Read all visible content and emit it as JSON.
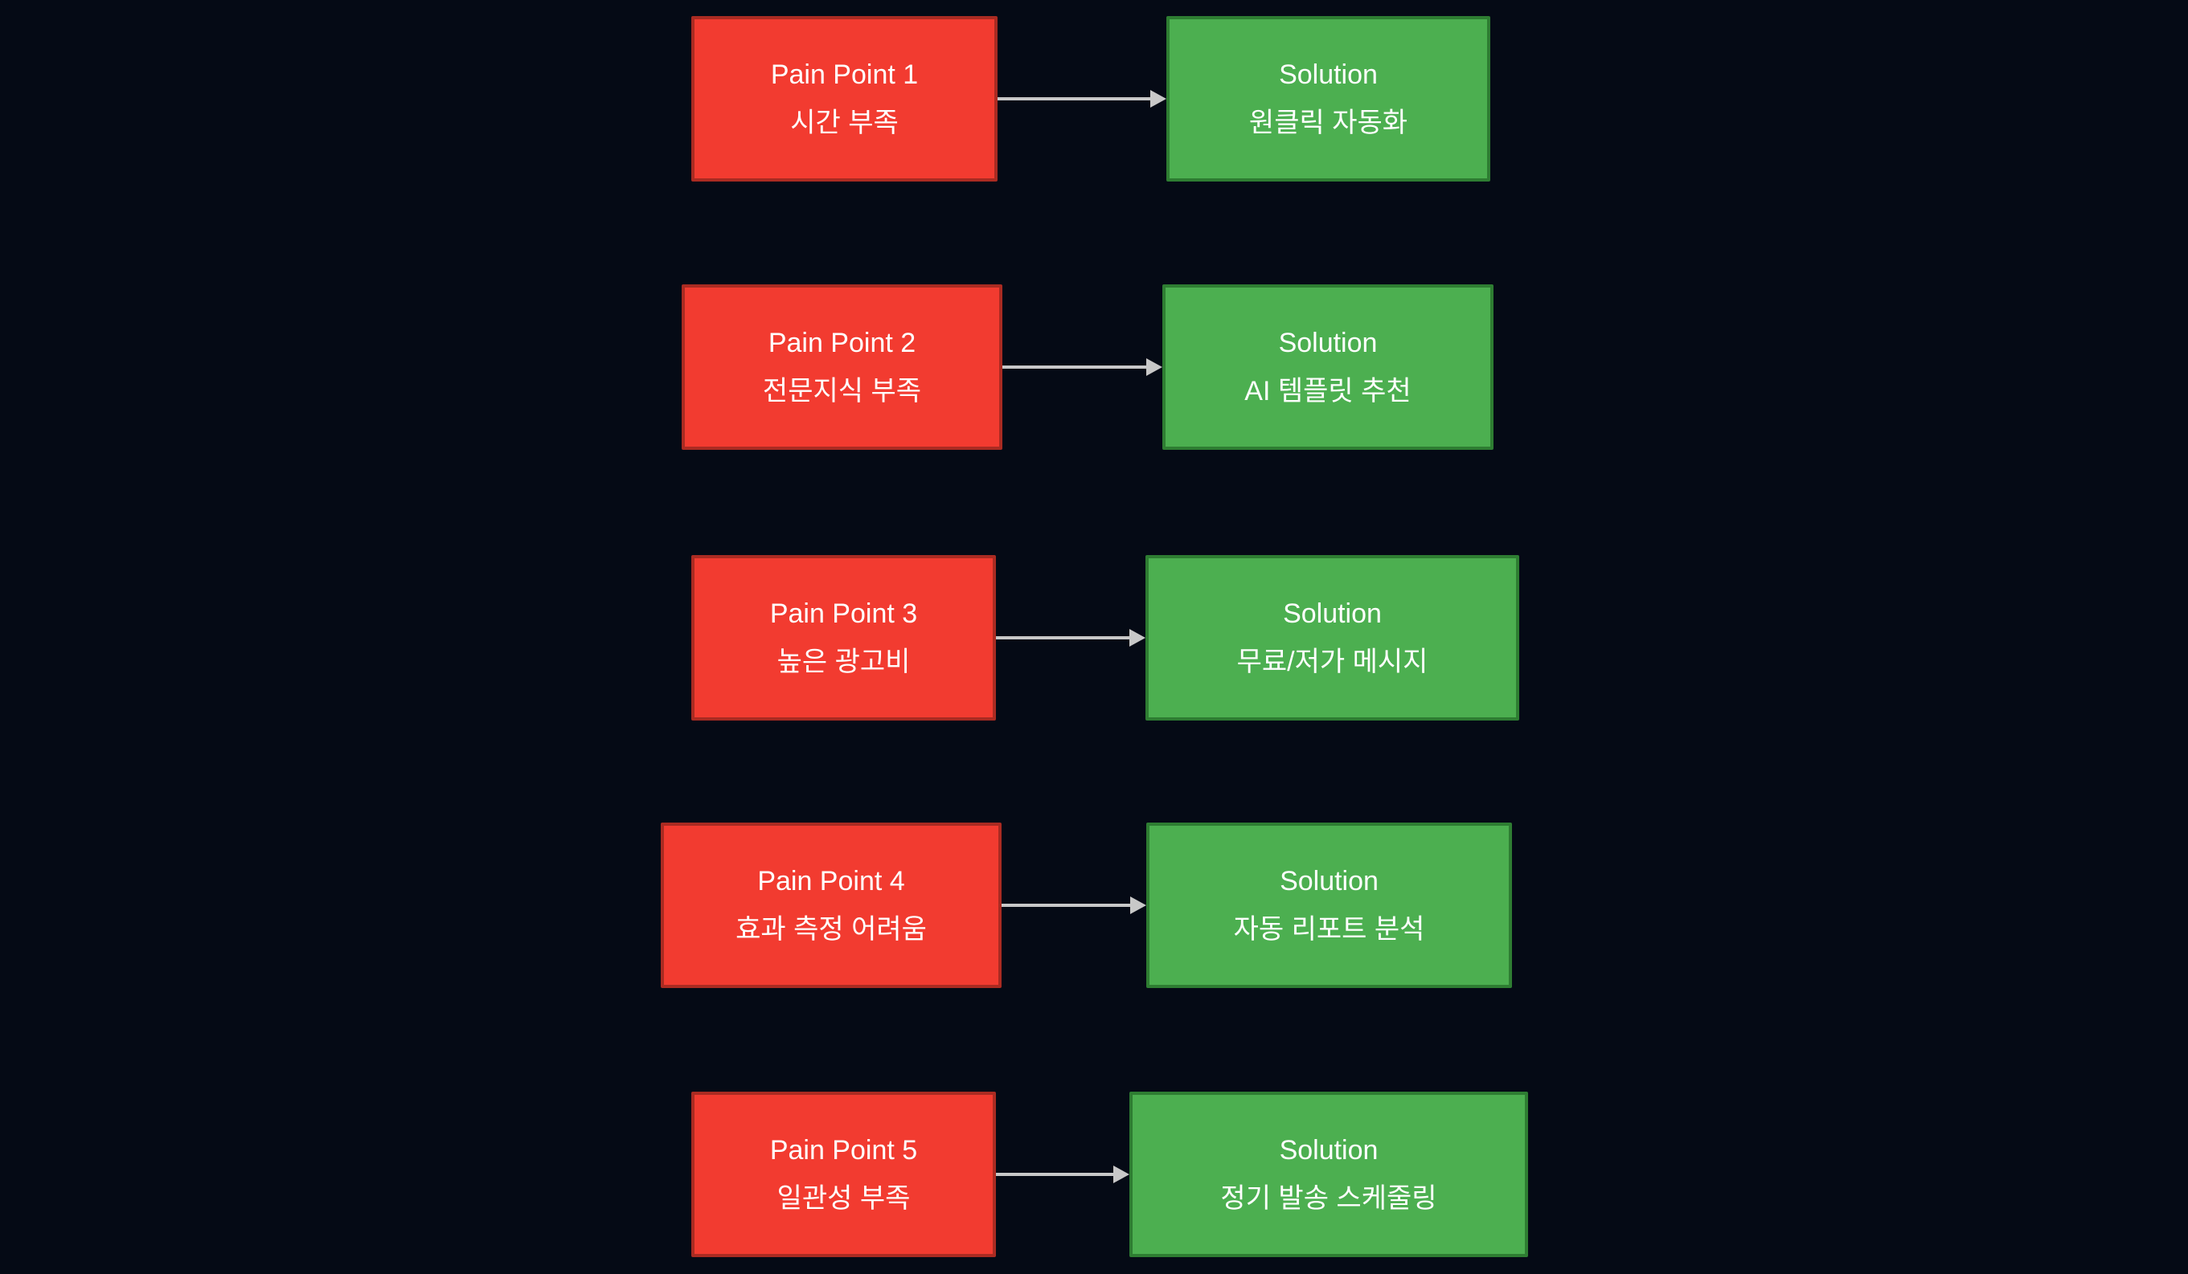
{
  "diagram": {
    "type": "flowchart",
    "direction": "left-to-right",
    "colors": {
      "background": "#050a15",
      "pain_fill": "#f23b30",
      "pain_border": "#aa2b22",
      "solution_fill": "#4caf50",
      "solution_border": "#2e7d32",
      "arrow": "#c8c8c8",
      "text": "#ffffff"
    },
    "rows": [
      {
        "pain": {
          "title": "Pain Point 1",
          "subtitle": "시간 부족"
        },
        "solution": {
          "title": "Solution",
          "subtitle": "원클릭 자동화"
        }
      },
      {
        "pain": {
          "title": "Pain Point 2",
          "subtitle": "전문지식 부족"
        },
        "solution": {
          "title": "Solution",
          "subtitle": "AI 템플릿 추천"
        }
      },
      {
        "pain": {
          "title": "Pain Point 3",
          "subtitle": "높은 광고비"
        },
        "solution": {
          "title": "Solution",
          "subtitle": "무료/저가 메시지"
        }
      },
      {
        "pain": {
          "title": "Pain Point 4",
          "subtitle": "효과 측정 어려움"
        },
        "solution": {
          "title": "Solution",
          "subtitle": "자동 리포트 분석"
        }
      },
      {
        "pain": {
          "title": "Pain Point 5",
          "subtitle": "일관성 부족"
        },
        "solution": {
          "title": "Solution",
          "subtitle": "정기 발송 스케줄링"
        }
      }
    ]
  }
}
